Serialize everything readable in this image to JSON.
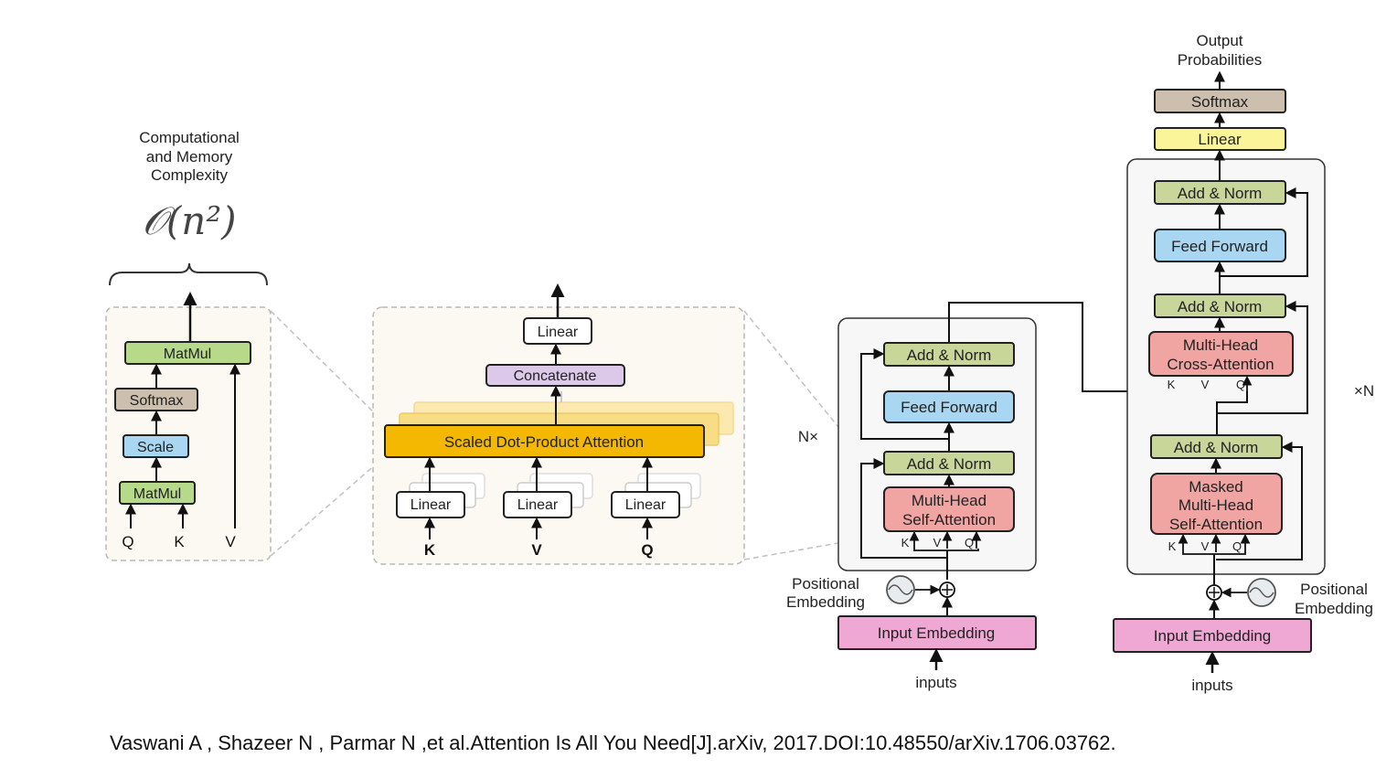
{
  "attention_block": {
    "complexity_caption": [
      "Computational",
      "and Memory",
      "Complexity"
    ],
    "complexity_formula": "𝒪(n²)",
    "matmul_top": "MatMul",
    "softmax": "Softmax",
    "scale": "Scale",
    "matmul_bottom": "MatMul",
    "inputs": [
      "Q",
      "K",
      "V"
    ]
  },
  "multihead_block": {
    "linear_top": "Linear",
    "concatenate": "Concatenate",
    "sdpa": "Scaled Dot-Product Attention",
    "linears": [
      "Linear",
      "Linear",
      "Linear"
    ],
    "inputs": [
      "K",
      "V",
      "Q"
    ]
  },
  "encoder": {
    "repeat_label": "N×",
    "add_norm_top": "Add & Norm",
    "feed_forward": "Feed Forward",
    "add_norm_bottom": "Add & Norm",
    "attention": [
      "Multi-Head",
      "Self-Attention"
    ],
    "kvq": [
      "K",
      "V",
      "Q"
    ],
    "positional": [
      "Positional",
      "Embedding"
    ],
    "input_embedding": "Input Embedding",
    "inputs_label": "inputs"
  },
  "decoder": {
    "output_label": [
      "Output",
      "Probabilities"
    ],
    "softmax": "Softmax",
    "linear": "Linear",
    "repeat_label": "×N",
    "add_norm_1": "Add & Norm",
    "feed_forward": "Feed Forward",
    "add_norm_2": "Add & Norm",
    "cross_attention": [
      "Multi-Head",
      "Cross-Attention"
    ],
    "add_norm_3": "Add & Norm",
    "masked_attention": [
      "Masked",
      "Multi-Head",
      "Self-Attention"
    ],
    "kvq_cross": [
      "K",
      "V",
      "Q"
    ],
    "kvq_masked": [
      "K",
      "V",
      "Q"
    ],
    "positional": [
      "Positional",
      "Embedding"
    ],
    "input_embedding": "Input Embedding",
    "inputs_label": "inputs"
  },
  "citation": "Vaswani A , Shazeer N , Parmar N ,et al.Attention Is All You Need[J].arXiv, 2017.DOI:10.48550/arXiv.1706.03762.",
  "colors": {
    "green": "#b7d98a",
    "olive": "#c9d69a",
    "tan": "#cdbfae",
    "blue": "#a9d6f0",
    "purple": "#dcc8e8",
    "orange": "#f5b800",
    "pink_attention": "#f1a5a3",
    "pink_embedding": "#efa8d3",
    "yellow": "#fbf59a",
    "panel_bg": "#fbf9f1"
  }
}
